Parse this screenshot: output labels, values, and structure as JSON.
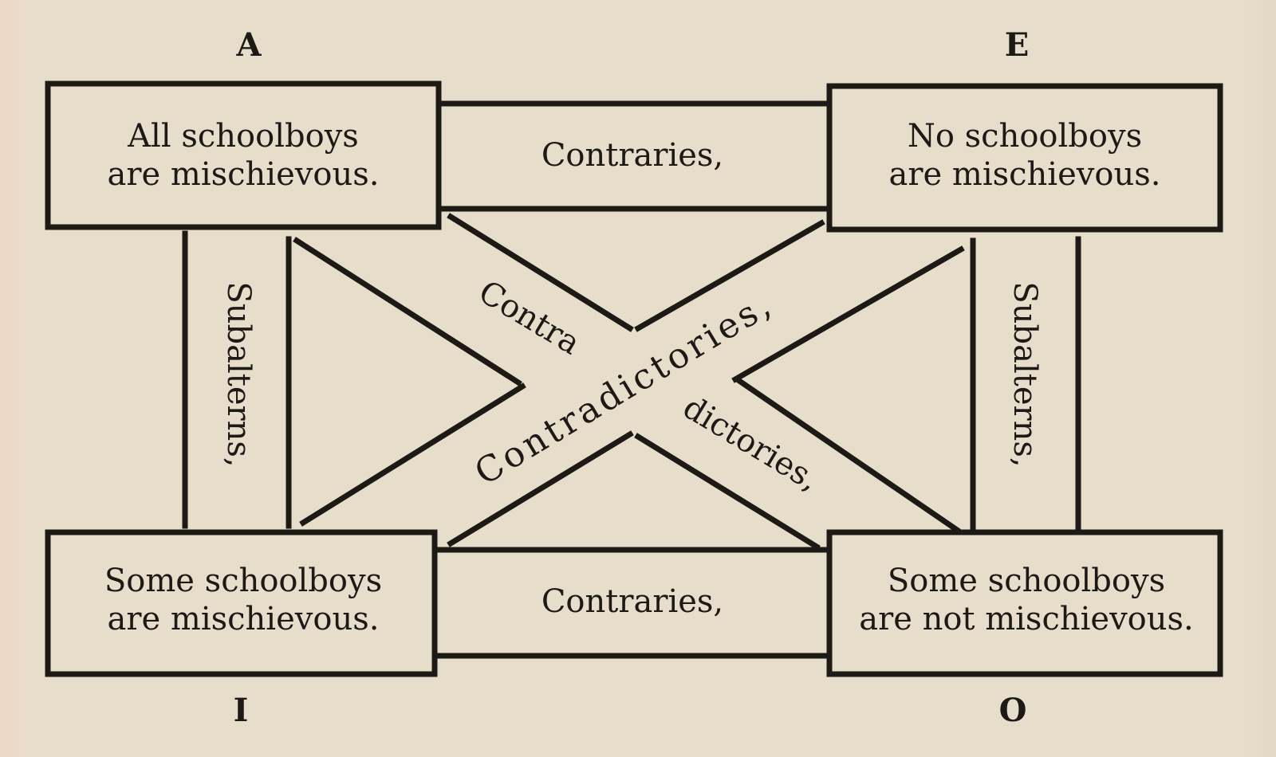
{
  "corners": {
    "a": "A",
    "e": "E",
    "i": "I",
    "o": "O"
  },
  "boxes": {
    "a": {
      "line1": "All schoolboys",
      "line2": "are mischievous."
    },
    "e": {
      "line1": "No schoolboys",
      "line2": "are mischievous."
    },
    "i": {
      "line1": "Some schoolboys",
      "line2": "are mischievous."
    },
    "o": {
      "line1": "Some schoolboys",
      "line2": "are not  mischievous."
    }
  },
  "relations": {
    "top": "Contraries,",
    "bottom": "Contraries,",
    "left": "Subalterns,",
    "right": "Subalterns,",
    "diag_main": "Contradictories,",
    "diag_part1": "Contra",
    "diag_part2": "dictories,"
  }
}
